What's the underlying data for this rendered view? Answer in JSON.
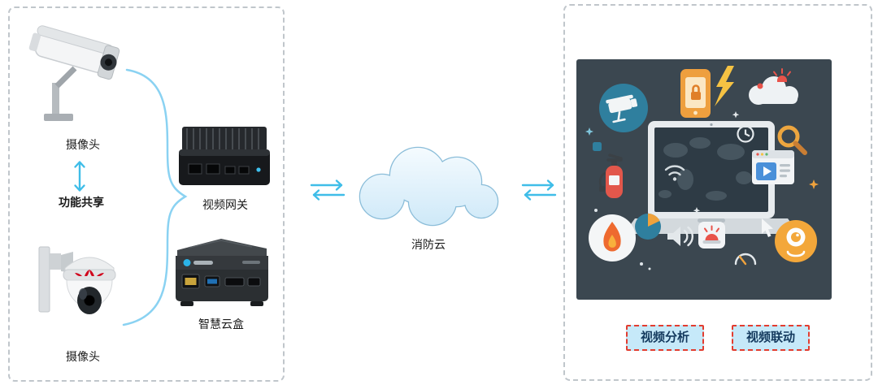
{
  "diagram": {
    "left_group": {
      "top_camera_label": "摄像头",
      "function_share_label": "功能共享",
      "bottom_camera_label": "摄像头",
      "video_gateway_label": "视频网关",
      "smart_cloud_box_label": "智慧云盒"
    },
    "cloud": {
      "label": "消防云"
    },
    "right_group": {
      "buttons": [
        {
          "label": "视频分析"
        },
        {
          "label": "视频联动"
        }
      ]
    }
  },
  "icons": [
    "bullet-camera-graphic",
    "dome-camera-graphic",
    "huawei-logo",
    "video-gateway-graphic",
    "smart-cloud-box-graphic",
    "bidirectional-vertical-arrow",
    "curly-brace-connector",
    "bidirectional-horizontal-arrows",
    "cloud-shape",
    "platform-illustration",
    "laptop-graphic",
    "world-map-graphic",
    "wifi-icon",
    "cctv-camera-icon",
    "secure-phone-icon",
    "lightning-icon",
    "cloud-alarm-icon",
    "siren-icon",
    "clock-icon",
    "search-icon",
    "fire-extinguisher-icon",
    "video-player-window-icon",
    "flame-icon",
    "pie-chart-icon",
    "speaker-icon",
    "alarm-icon",
    "gauge-icon",
    "cursor-icon",
    "rewind-icon",
    "webcam-icon",
    "sparkle-icon"
  ],
  "colors": {
    "accent_arrow": "#3fbde8",
    "brace": "#8ad2f2",
    "cloud_fill_top": "#f7fcff",
    "cloud_fill_bottom": "#cfe9f8",
    "cloud_stroke": "#8bbdd9",
    "illustration_bg": "#3b4750",
    "button_bg": "#c6e9f9",
    "button_border": "#e23d30",
    "button_text": "#143a5e",
    "dashed_border": "#c0c6cb",
    "label_text": "#1a1a1a"
  }
}
